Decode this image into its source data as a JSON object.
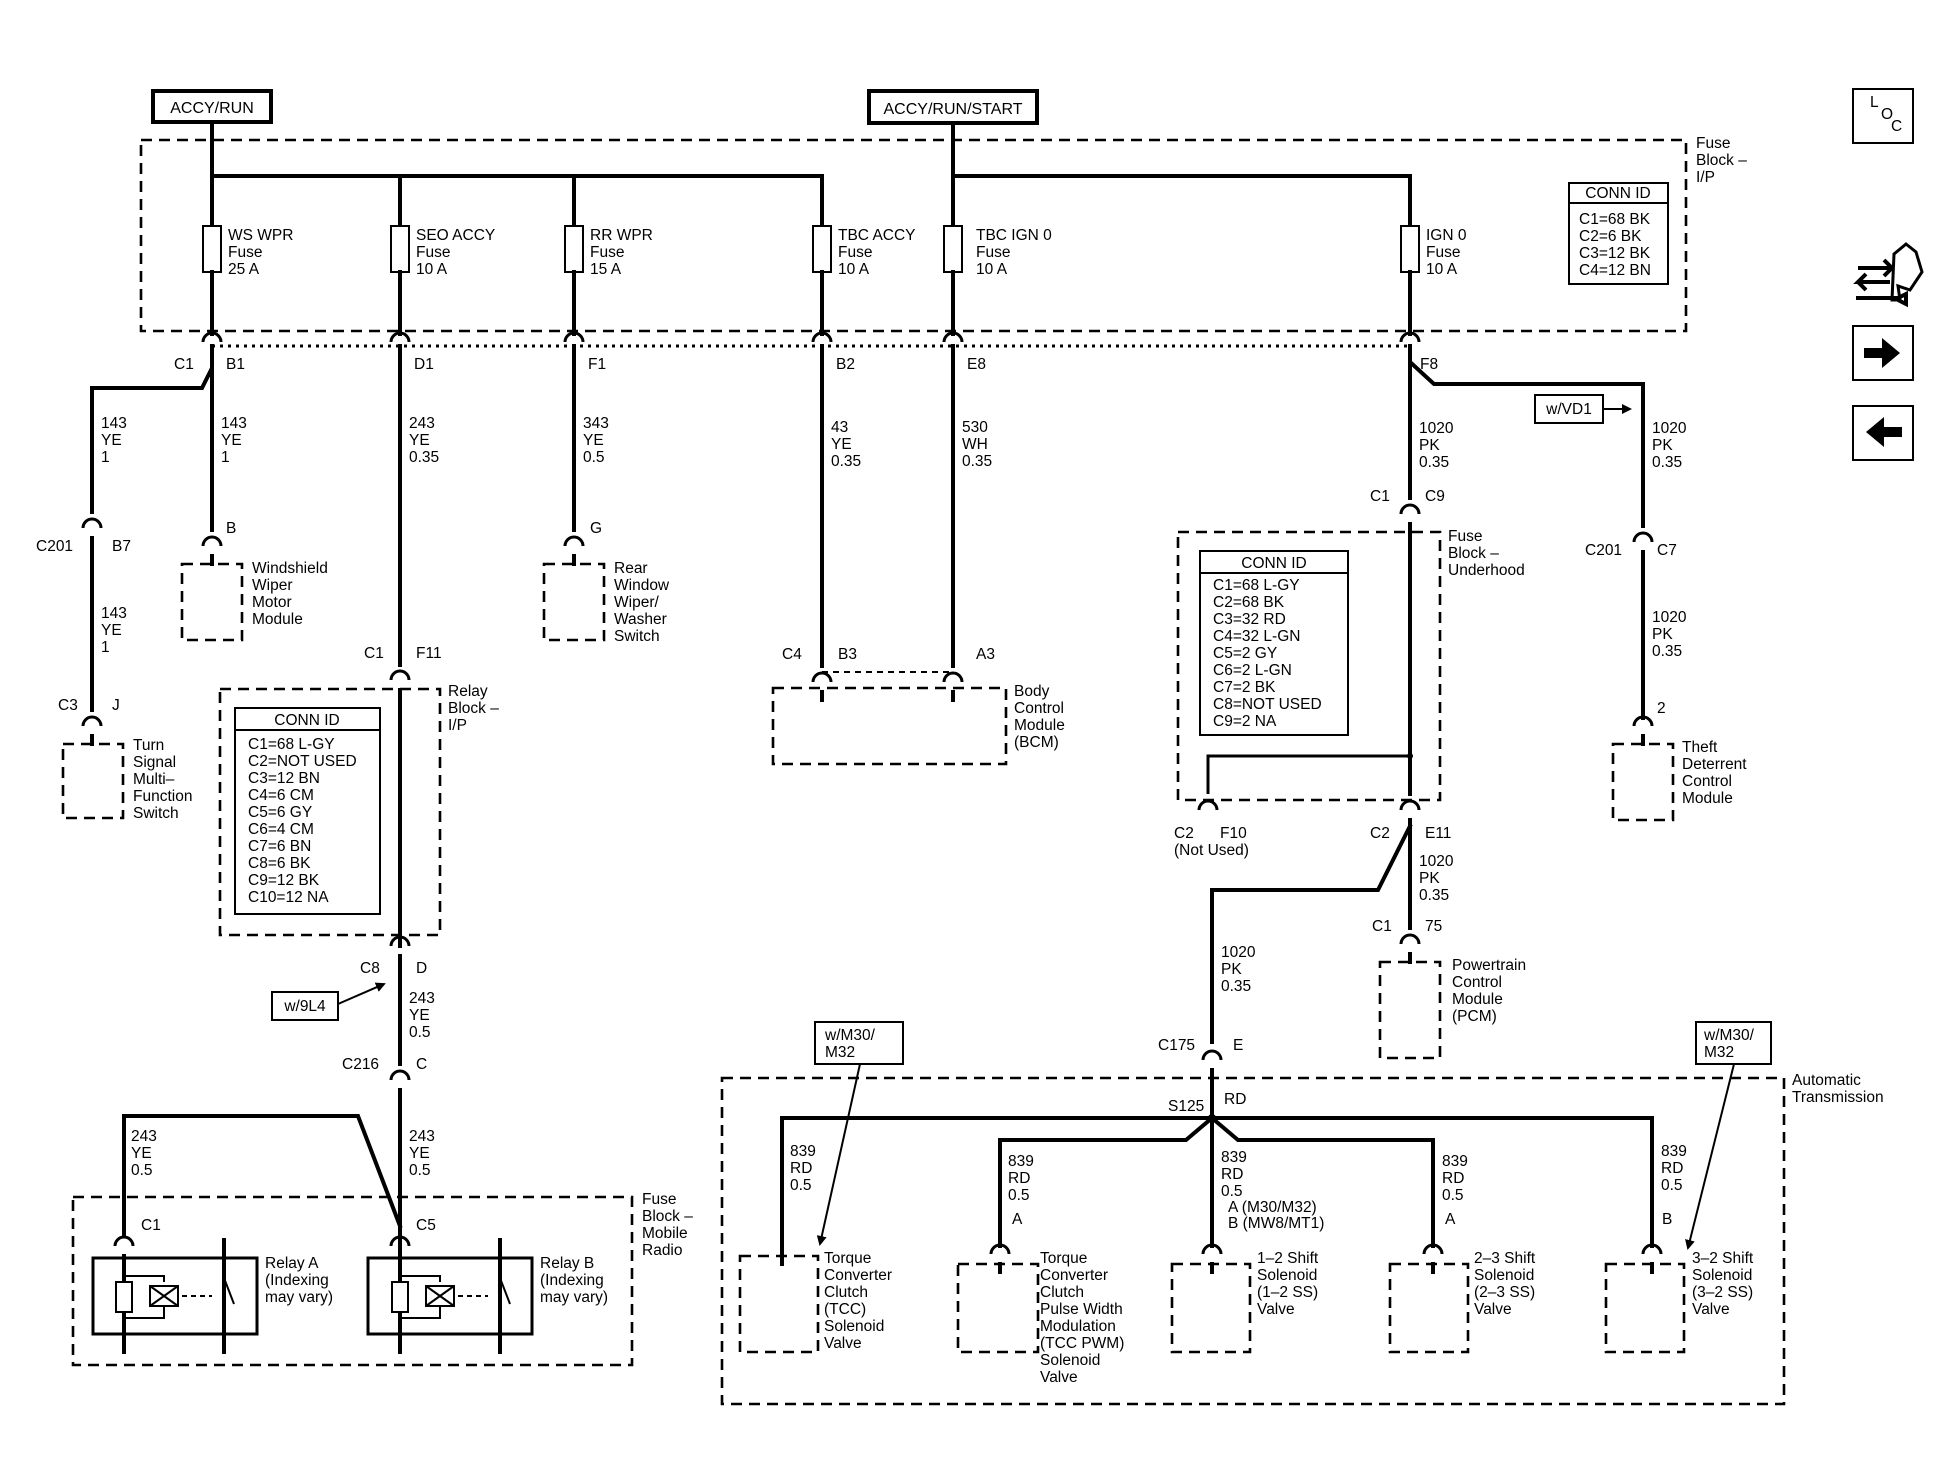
{
  "headers": {
    "accy_run": "ACCY/RUN",
    "accy_run_start": "ACCY/RUN/START"
  },
  "nav": {
    "loc": [
      "L",
      "O",
      "C"
    ]
  },
  "fuse_block_ip": {
    "label": [
      "Fuse",
      "Block –",
      "I/P"
    ],
    "fuses": [
      {
        "name": "WS WPR",
        "type": "Fuse",
        "rating": "25 A",
        "cav": "B1"
      },
      {
        "name": "SEO ACCY",
        "type": "Fuse",
        "rating": "10 A",
        "cav": "D1"
      },
      {
        "name": "RR WPR",
        "type": "Fuse",
        "rating": "15 A",
        "cav": "F1"
      },
      {
        "name": "TBC ACCY",
        "type": "Fuse",
        "rating": "10 A",
        "cav": "B2"
      },
      {
        "name": "TBC IGN 0",
        "type": "Fuse",
        "rating": "10 A",
        "cav": "E8"
      },
      {
        "name": "IGN 0",
        "type": "Fuse",
        "rating": "10 A",
        "cav": "F8"
      }
    ],
    "conn_c1": "C1",
    "conn_id": {
      "title": "CONN ID",
      "rows": [
        "C1=68 BK",
        "C2=6 BK",
        "C3=12 BK",
        "C4=12 BN"
      ]
    }
  },
  "wires": {
    "w143a": [
      "143",
      "YE",
      "1"
    ],
    "w143b": [
      "143",
      "YE",
      "1"
    ],
    "w143c": [
      "143",
      "YE",
      "1"
    ],
    "w243a": [
      "243",
      "YE",
      "0.35"
    ],
    "w343": [
      "343",
      "YE",
      "0.5"
    ],
    "w43": [
      "43",
      "YE",
      "0.35"
    ],
    "w530": [
      "530",
      "WH",
      "0.35"
    ],
    "w1020a": [
      "1020",
      "PK",
      "0.35"
    ],
    "w1020b": [
      "1020",
      "PK",
      "0.35"
    ],
    "w1020c": [
      "1020",
      "PK",
      "0.35"
    ],
    "w1020d": [
      "1020",
      "PK",
      "0.35"
    ],
    "w1020e": [
      "1020",
      "PK",
      "0.35"
    ],
    "w243b": [
      "243",
      "YE",
      "0.5"
    ],
    "w243c": [
      "243",
      "YE",
      "0.5"
    ],
    "w243d": [
      "243",
      "YE",
      "0.5"
    ],
    "w839a": [
      "839",
      "RD",
      "0.5"
    ],
    "w839b": [
      "839",
      "RD",
      "0.5"
    ],
    "w839c": [
      "839",
      "RD",
      "0.5"
    ],
    "w839d": [
      "839",
      "RD",
      "0.5"
    ],
    "w839e": [
      "839",
      "RD",
      "0.5"
    ]
  },
  "connectors": {
    "c201_left": {
      "name": "C201",
      "pin": "B7"
    },
    "c3_turn": {
      "name": "C3",
      "pin": "J"
    },
    "wiper_pin": "B",
    "rear_pin": "G",
    "c1_f11": {
      "name": "C1",
      "pin": "F11"
    },
    "c8_d": {
      "name": "C8",
      "pin": "D"
    },
    "c216": {
      "name": "C216",
      "pin": "C"
    },
    "bcm_c4": {
      "name": "C4",
      "pin": "B3"
    },
    "bcm_a3": "A3",
    "c1_c9": {
      "name": "C1",
      "pin": "C9"
    },
    "c2_f10": {
      "name": "C2",
      "pin": "F10",
      "note": "(Not Used)"
    },
    "c2_e11": {
      "name": "C2",
      "pin": "E11"
    },
    "c1_75": {
      "name": "C1",
      "pin": "75"
    },
    "c201_right": {
      "name": "C201",
      "pin": "C7"
    },
    "theft_pin": "2",
    "c175": {
      "name": "C175",
      "pin": "E"
    },
    "s125": {
      "name": "S125",
      "color": "RD"
    },
    "radio_c1": "C1",
    "radio_c5": "C5"
  },
  "options": {
    "vd1": "w/VD1",
    "l4": "w/9L4",
    "m30_left": [
      "w/M30/",
      "M32"
    ],
    "m30_right": [
      "w/M30/",
      "M32"
    ]
  },
  "components": {
    "wiper": [
      "Windshield",
      "Wiper",
      "Motor",
      "Module"
    ],
    "rear_wiper": [
      "Rear",
      "Window",
      "Wiper/",
      "Washer",
      "Switch"
    ],
    "turn": [
      "Turn",
      "Signal",
      "Multi–",
      "Function",
      "Switch"
    ],
    "bcm": [
      "Body",
      "Control",
      "Module",
      "(BCM)"
    ],
    "theft": [
      "Theft",
      "Deterrent",
      "Control",
      "Module"
    ],
    "pcm": [
      "Powertrain",
      "Control",
      "Module",
      "(PCM)"
    ],
    "relay_block": [
      "Relay",
      "Block –",
      "I/P"
    ],
    "fuse_underhood": [
      "Fuse",
      "Block –",
      "Underhood"
    ],
    "radio_block": [
      "Fuse",
      "Block –",
      "Mobile",
      "Radio"
    ],
    "relay_a": [
      "Relay A",
      "(Indexing",
      "may vary)"
    ],
    "relay_b": [
      "Relay B",
      "(Indexing",
      "may vary)"
    ],
    "auto_trans": [
      "Automatic",
      "Transmission"
    ],
    "tcc": [
      "Torque",
      "Converter",
      "Clutch",
      "(TCC)",
      "Solenoid",
      "Valve"
    ],
    "tcc_pwm": [
      "Torque",
      "Converter",
      "Clutch",
      "Pulse Width",
      "Modulation",
      "(TCC PWM)",
      "Solenoid",
      "Valve"
    ],
    "ss12": [
      "1–2 Shift",
      "Solenoid",
      "(1–2 SS)",
      "Valve"
    ],
    "ss23": [
      "2–3 Shift",
      "Solenoid",
      "(2–3 SS)",
      "Valve"
    ],
    "ss32": [
      "3–2 Shift",
      "Solenoid",
      "(3–2 SS)",
      "Valve"
    ]
  },
  "relay_block_conn": {
    "title": "CONN ID",
    "rows": [
      "C1=68 L-GY",
      "C2=NOT USED",
      "C3=12 BN",
      "C4=6 CM",
      "C5=6 GY",
      "C6=4 CM",
      "C7=6 BN",
      "C8=6 BK",
      "C9=12 BK",
      "C10=12 NA"
    ]
  },
  "underhood_conn": {
    "title": "CONN ID",
    "rows": [
      "C1=68 L-GY",
      "C2=68 BK",
      "C3=32 RD",
      "C4=32 L-GN",
      "C5=2 GY",
      "C6=2 L-GN",
      "C7=2 BK",
      "C8=NOT USED",
      "C9=2 NA"
    ]
  },
  "solenoid_pins": {
    "pwm": "A",
    "ss12": [
      "A (M30/M32)",
      "B (MW8/MT1)"
    ],
    "ss23": "A",
    "ss32": "B"
  }
}
